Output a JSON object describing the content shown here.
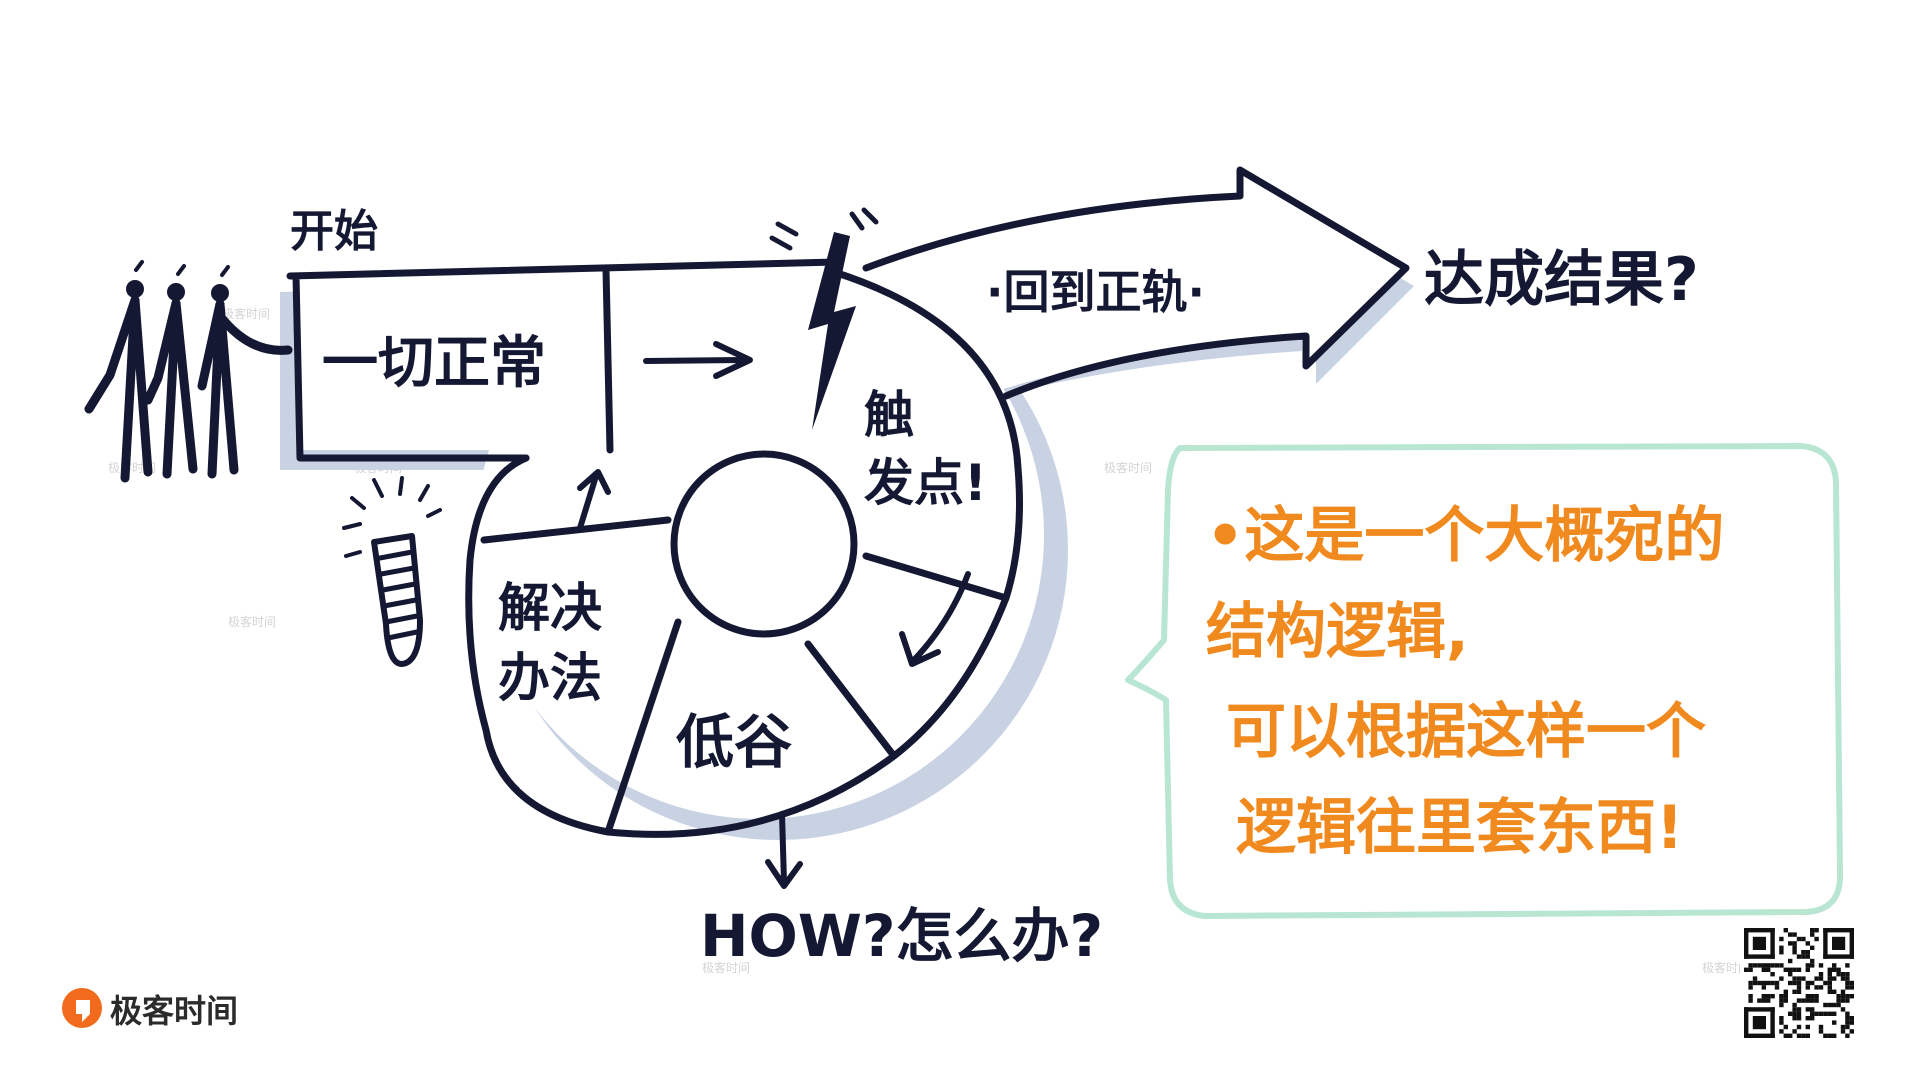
{
  "diagram": {
    "labels": {
      "start": "开始",
      "normal": "一切正常",
      "trigger_line1": "触",
      "trigger_line2": "发点!",
      "back_on_track": "·回到正轨·",
      "result": "达成结果?",
      "low_valley": "低谷",
      "solution_line1": "解决",
      "solution_line2": "办法",
      "how": "HOW?怎么办?"
    },
    "note": {
      "lines": [
        "•这是一个大概宛的",
        "结构逻辑,",
        "可以根据这样一个",
        "逻辑往里套东西!"
      ]
    }
  },
  "brand": {
    "name": "极客时间",
    "watermark": "极客时间",
    "logo_color": "#f26a1b"
  },
  "colors": {
    "ink": "#141833",
    "shadow": "#c9d2e3",
    "note_text": "#f08a1e",
    "note_border": "#b8e6d2"
  }
}
